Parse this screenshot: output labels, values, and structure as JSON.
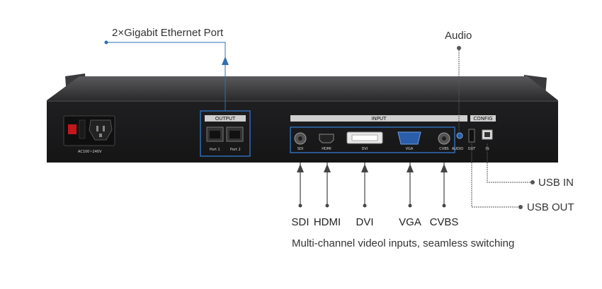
{
  "callouts": {
    "ethernet": "2×Gigabit Ethernet Port",
    "audio": "Audio",
    "usb_in": "USB IN",
    "usb_out": "USB OUT"
  },
  "device": {
    "power_label": "AC100~240V",
    "output_header": "OUTPUT",
    "port1": "Port 1",
    "port2": "Port 2",
    "input_header": "INPUT",
    "config_header": "CONFIG",
    "sdi_small": "SDI",
    "hdmi_small": "HDMI",
    "dvi_small": "DVI",
    "vga_small": "VGA",
    "cvbs_small": "CVBS",
    "audio_small": "AUDIO",
    "out_small": "OUT",
    "in_small": "IN"
  },
  "inputs": [
    "SDI",
    "HDMI",
    "DVI",
    "VGA",
    "CVBS"
  ],
  "caption": "Multi-channel videol inputs, seamless switching",
  "colors": {
    "accent": "#2e6db4",
    "line": "#555555",
    "chassis": "#1d1d1f"
  }
}
